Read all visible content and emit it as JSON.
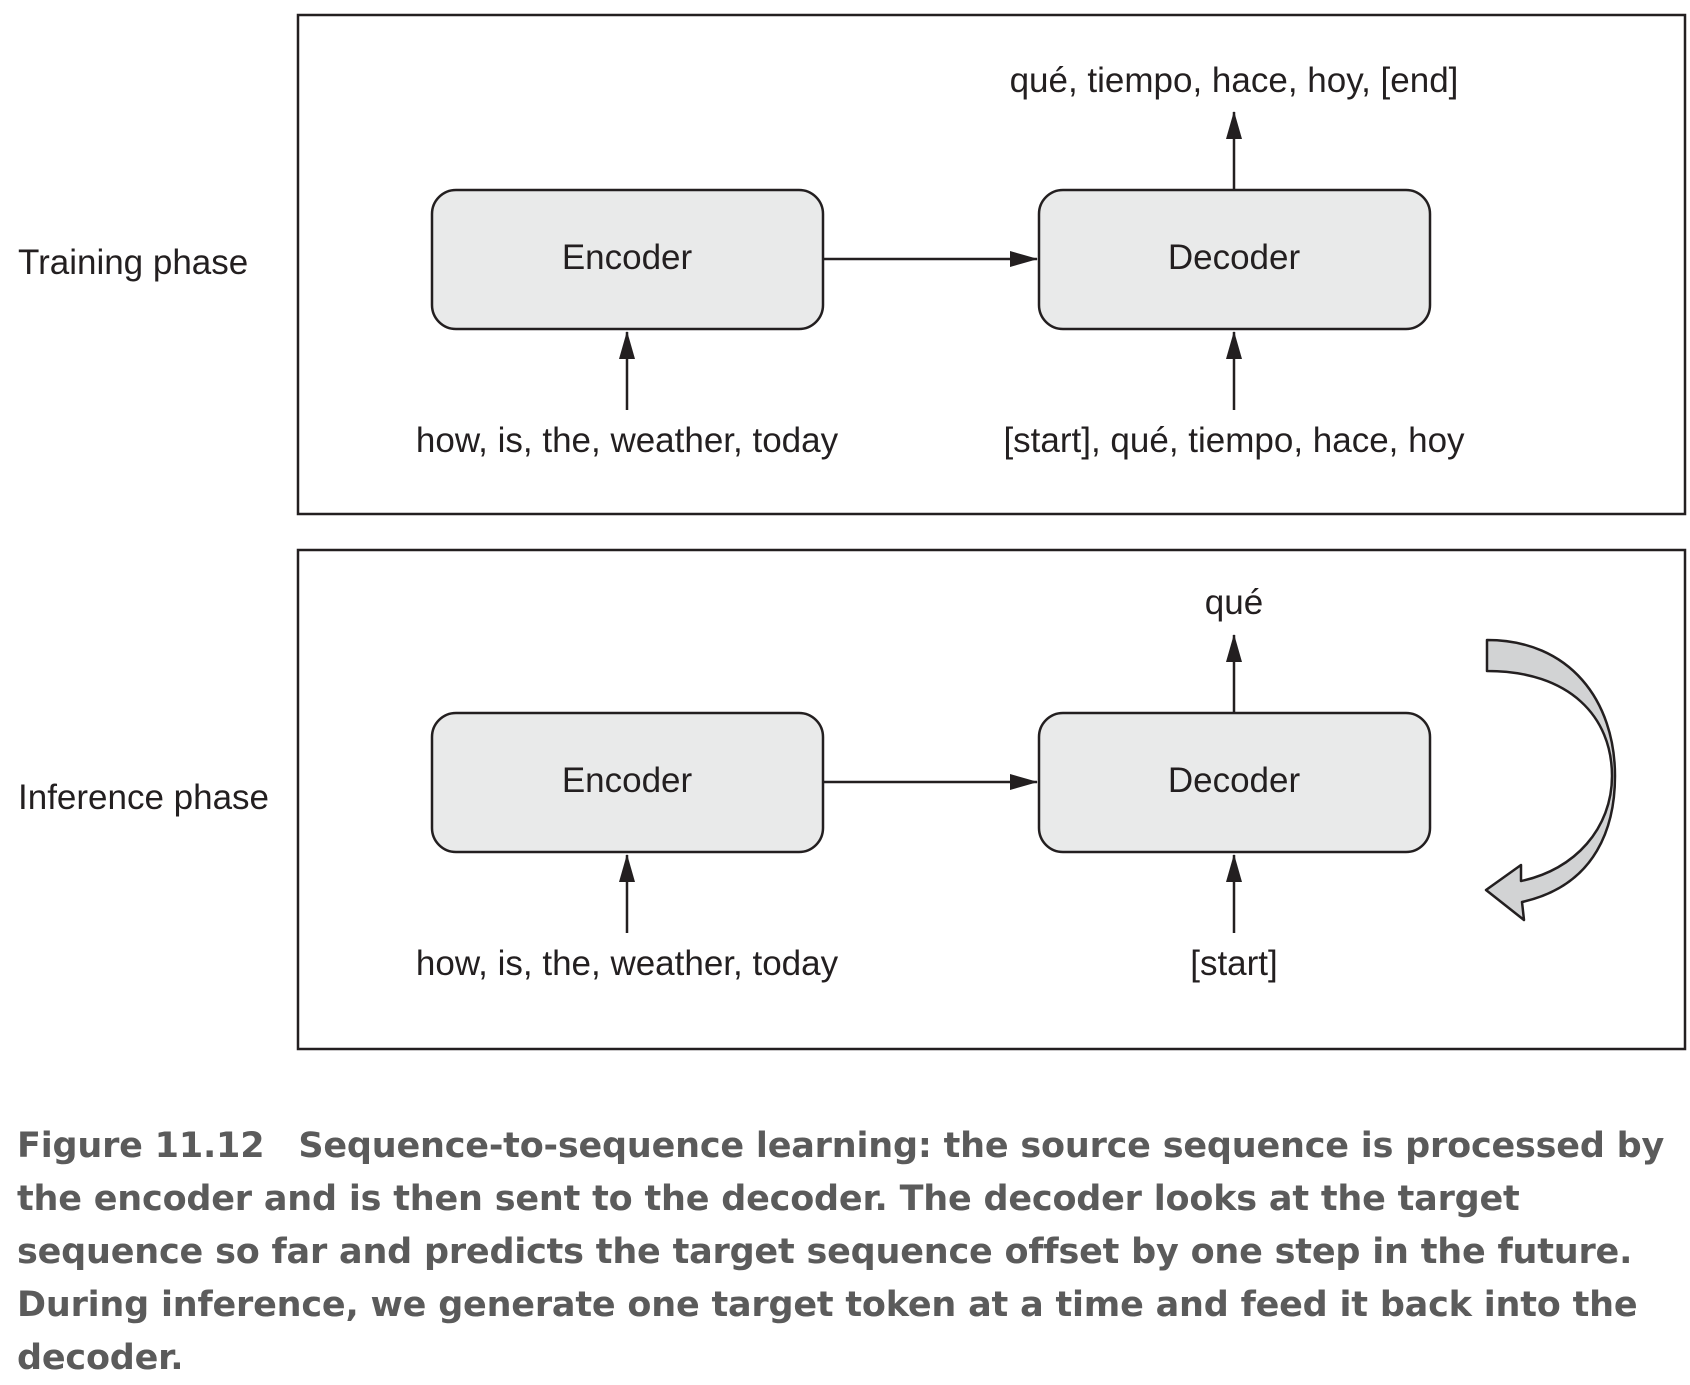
{
  "training": {
    "phase_label": "Training phase",
    "encoder_label": "Encoder",
    "decoder_label": "Decoder",
    "encoder_input": "how, is, the, weather, today",
    "decoder_input": "[start], qué, tiempo, hace, hoy",
    "decoder_output": "qué, tiempo, hace, hoy, [end]"
  },
  "inference": {
    "phase_label": "Inference phase",
    "encoder_label": "Encoder",
    "decoder_label": "Decoder",
    "encoder_input": "how, is, the, weather, today",
    "decoder_input": "[start]",
    "decoder_output": "qué"
  },
  "caption": {
    "number": "Figure 11.12",
    "text": "Sequence-to-sequence learning: the source sequence is processed by the encoder and is then sent to the decoder. The decoder looks at the target sequence so far and predicts the target sequence offset by one step in the future. During inference, we generate one target token at a time and feed it back into the decoder."
  },
  "colors": {
    "box_fill": "#e9eaea",
    "line": "#231f20",
    "loop_arrow_fill": "#d2d3d4",
    "caption_text": "#5b5b5b"
  }
}
